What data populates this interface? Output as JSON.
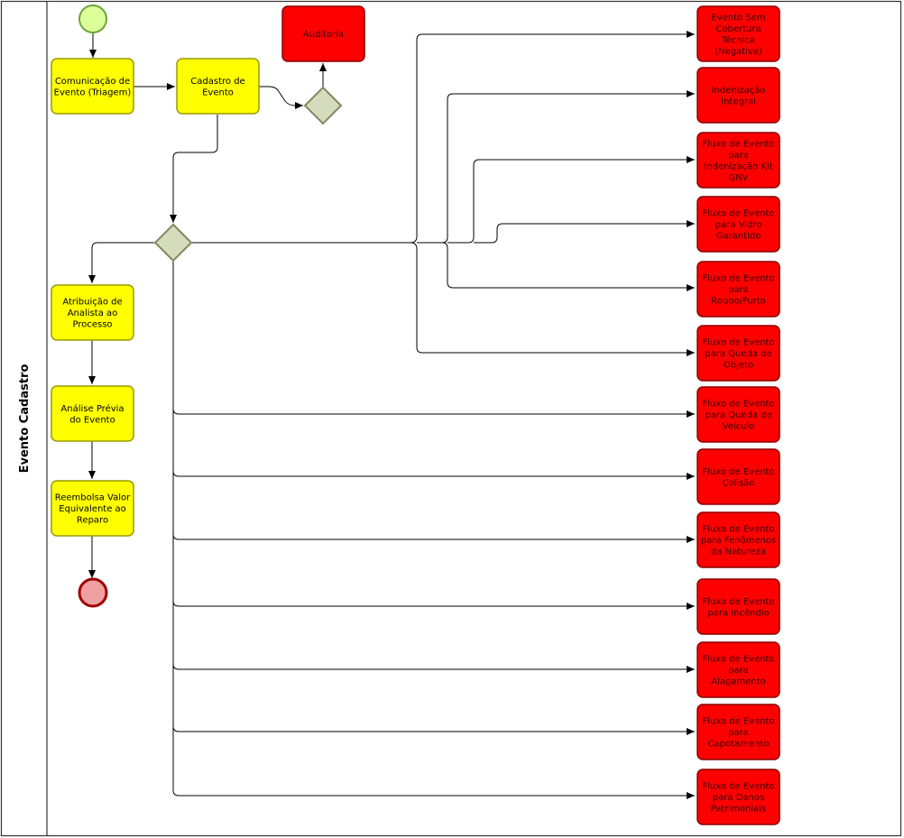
{
  "pool": {
    "lane_label": "Evento Cadastro"
  },
  "colors": {
    "task_fill": "#ffff00",
    "task_stroke": "#9a9a00",
    "red_fill": "#ff0000",
    "red_stroke": "#8a0000",
    "gateway_fill": "#d4dcbc",
    "gateway_stroke": "#7d8a62",
    "start_fill": "#ddff99",
    "start_stroke": "#6aa63a",
    "end_fill": "#f0a0a0",
    "end_stroke": "#a00000",
    "line": "#000000"
  },
  "tasks": {
    "comunicacao": [
      "Comunicação de",
      "Evento (Triagem)"
    ],
    "cadastro": [
      "Cadastro de",
      "Evento"
    ],
    "auditoria": [
      "Auditoria"
    ],
    "atribuicao": [
      "Atribuição de",
      "Analista ao",
      "Processo"
    ],
    "analise": [
      "Análise Prévia",
      "do Evento"
    ],
    "reembolsa": [
      "Reembolsa Valor",
      "Equivalente ao",
      "Reparo"
    ]
  },
  "outcomes": [
    [
      "Evento Sem",
      "Cobertura",
      "Técnica",
      "(Negativa)"
    ],
    [
      "Indenização",
      "Integral"
    ],
    [
      "Fluxo de Evento",
      "para",
      "Indenização Kit",
      "GNV"
    ],
    [
      "Fluxo de Evento",
      "para Vidro",
      "Garantido"
    ],
    [
      "Fluxo de Evento",
      "para",
      "Roubo/Furto"
    ],
    [
      "Fluxo de Evento",
      "para Queda de",
      "Objeto"
    ],
    [
      "Fluxo de Evento",
      "para Queda de",
      "Veículo"
    ],
    [
      "Fluxo de Evento",
      "Colisão"
    ],
    [
      "Fluxo de Evento",
      "para Fenômenos",
      "da Natureza"
    ],
    [
      "Fluxo de Evento",
      "para incêndio"
    ],
    [
      "Fluxo de Evento",
      "para",
      "Alagamento"
    ],
    [
      "Fluxo de Evento",
      "para",
      "Capotamento"
    ],
    [
      "Fluxo de Evento",
      "para Danos",
      "Patrimoniais"
    ]
  ]
}
